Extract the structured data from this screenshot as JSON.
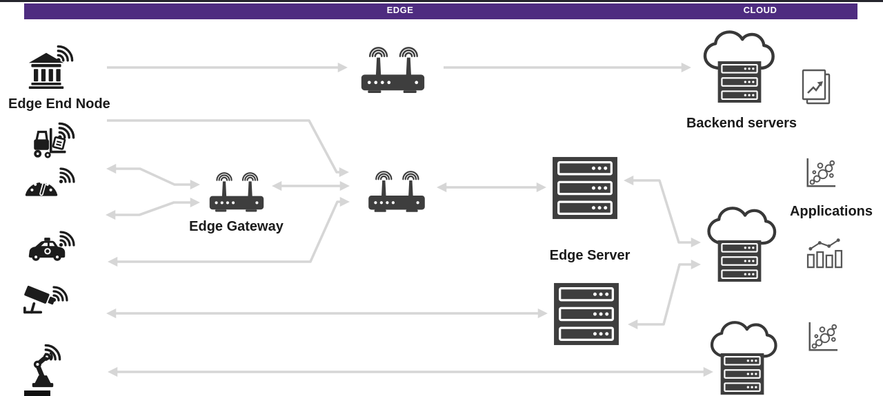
{
  "header": {
    "edge": "EDGE",
    "cloud": "CLOUD"
  },
  "labels": {
    "edge_end_node": "Edge End Node",
    "edge_gateway": "Edge Gateway",
    "edge_server": "Edge Server",
    "backend_servers": "Backend servers",
    "applications": "Applications"
  },
  "colors": {
    "zone_bar": "#4e2c80",
    "end_node_dark": "#1c1c1c",
    "device_gray": "#3e3e3e",
    "arrow_gray": "#d6d6d6",
    "chart_icon_gray": "#565656",
    "label_dark": "#1a1a1a"
  },
  "end_nodes": [
    {
      "id": "bank",
      "icon": "bank-building-icon"
    },
    {
      "id": "forklift",
      "icon": "forklift-icon"
    },
    {
      "id": "gauge",
      "icon": "speedometer-icon"
    },
    {
      "id": "car",
      "icon": "connected-car-icon"
    },
    {
      "id": "camera",
      "icon": "cctv-camera-icon"
    },
    {
      "id": "robot",
      "icon": "robot-arm-icon"
    }
  ],
  "devices": [
    {
      "id": "wifi-router-top",
      "icon": "wifi-router-icon"
    },
    {
      "id": "edge-gateway",
      "icon": "wifi-router-icon"
    },
    {
      "id": "wifi-router-central",
      "icon": "wifi-router-icon"
    },
    {
      "id": "edge-server-1",
      "icon": "server-rack-icon"
    },
    {
      "id": "edge-server-2",
      "icon": "server-rack-icon"
    },
    {
      "id": "backend-servers",
      "icon": "cloud-server-icon"
    },
    {
      "id": "cloud-app-server-1",
      "icon": "cloud-server-icon"
    },
    {
      "id": "cloud-app-server-2",
      "icon": "cloud-server-icon"
    }
  ],
  "application_icons": [
    {
      "id": "report-pages",
      "icon": "document-trend-icon"
    },
    {
      "id": "scatter-top",
      "icon": "bubble-chart-icon"
    },
    {
      "id": "bar-line",
      "icon": "bar-line-chart-icon"
    },
    {
      "id": "scatter-bottom",
      "icon": "bubble-chart-icon"
    }
  ],
  "connections": [
    {
      "from": "bank",
      "to": "wifi-router-top",
      "bidirectional": false
    },
    {
      "from": "wifi-router-top",
      "to": "backend-servers",
      "bidirectional": false
    },
    {
      "from": "forklift",
      "to": "wifi-router-central",
      "bidirectional": false
    },
    {
      "from": "gauge",
      "to": "edge-gateway",
      "bidirectional": true
    },
    {
      "from": "gauge",
      "to": "edge-gateway",
      "bidirectional": true
    },
    {
      "from": "edge-gateway",
      "to": "wifi-router-central",
      "bidirectional": true
    },
    {
      "from": "car",
      "to": "wifi-router-central",
      "bidirectional": true
    },
    {
      "from": "wifi-router-central",
      "to": "edge-server-1",
      "bidirectional": true
    },
    {
      "from": "camera",
      "to": "edge-server-2",
      "bidirectional": true
    },
    {
      "from": "robot",
      "to": "cloud-app-server-2",
      "bidirectional": true
    },
    {
      "from": "edge-server-1",
      "to": "cloud-app-server-1",
      "bidirectional": true
    },
    {
      "from": "edge-server-2",
      "to": "cloud-app-server-1",
      "bidirectional": true
    }
  ]
}
